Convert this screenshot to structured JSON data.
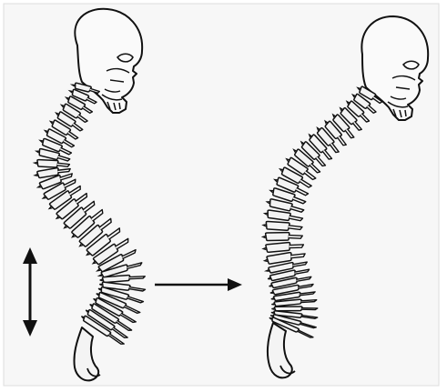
{
  "figure": {
    "background": "#ffffff",
    "panel_fill": "#f7f7f7",
    "ink": "#111111",
    "vertebra_fill": "#f3f3f3",
    "icons": [
      "skeleton-spine-upright",
      "skeleton-spine-hunched",
      "double-headed-arrow",
      "right-arrow"
    ]
  }
}
